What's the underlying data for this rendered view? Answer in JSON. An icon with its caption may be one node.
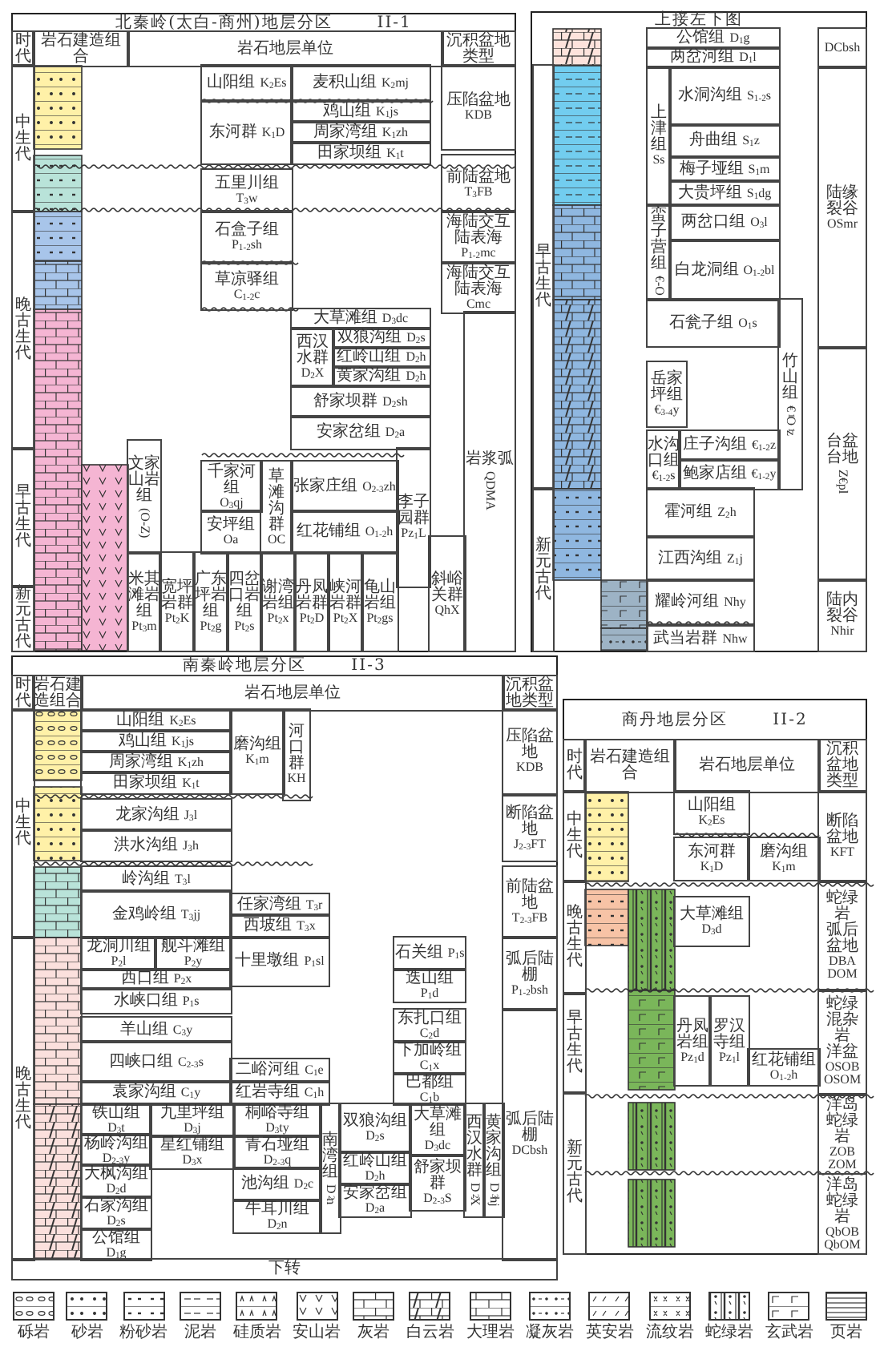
{
  "diagram": {
    "nodes": [
      {
        "text": [
          "北秦岭(太白-商州)地层分区",
          "II-1"
        ]
      },
      {
        "text": [
          "时代"
        ],
        "in": 0
      },
      {
        "text": [
          "岩石建造组合"
        ],
        "in": 0
      },
      {
        "text": [
          "岩石地层单位"
        ],
        "in": 0
      },
      {
        "text": [
          "沉积盆地类型"
        ],
        "in": 0
      },
      {
        "text": [
          "中生代"
        ],
        "in": 0
      },
      {
        "text": [
          "晚古生代"
        ],
        "in": 0
      },
      {
        "text": [
          "早古生代"
        ],
        "in": 0
      },
      {
        "text": [
          "新元古代"
        ],
        "in": 0
      },
      {
        "text": [
          "山阳组",
          "K$_{2}$Es"
        ],
        "in": 0
      },
      {
        "text": [
          "麦积山组",
          "K$_{2}$mj"
        ],
        "in": 0
      },
      {
        "text": [
          "东河群",
          "K$_{1}$D"
        ],
        "in": 0
      },
      {
        "text": [
          "鸡山组",
          "K$_{1}$js"
        ],
        "in": 0
      },
      {
        "text": [
          "周家湾组",
          "K$_{1}$zh"
        ],
        "in": 0
      },
      {
        "text": [
          "田家坝组",
          "K$_{1}$t"
        ],
        "in": 0
      },
      {
        "text": [
          "五里川组",
          "T$_{3}$w"
        ],
        "in": 0
      },
      {
        "text": [
          "石盒子组",
          "P$_{1-2}$sh"
        ],
        "in": 0
      },
      {
        "text": [
          "草凉驿组",
          "C$_{1-2}$c"
        ],
        "in": 0
      },
      {
        "text": [
          "大草滩组",
          "D$_{3}$dc"
        ],
        "in": 0
      },
      {
        "text": [
          "西汉水群",
          "D$_{2}$X"
        ],
        "in": 0
      },
      {
        "text": [
          "双狼沟组",
          "D$_{2}$s"
        ],
        "in": 0
      },
      {
        "text": [
          "红岭山组",
          "D$_{2}$h"
        ],
        "in": 0
      },
      {
        "text": [
          "黄家沟组",
          "D$_{2}$h"
        ],
        "in": 0
      },
      {
        "text": [
          "舒家坝群",
          "D$_{2}$sh"
        ],
        "in": 0
      },
      {
        "text": [
          "安家岔组",
          "D$_{2}$a"
        ],
        "in": 0
      },
      {
        "text": [
          "文家山岩组",
          "(O-Z)"
        ],
        "in": 0
      },
      {
        "text": [
          "千家河组",
          "O$_{3}$qj"
        ],
        "in": 0
      },
      {
        "text": [
          "安坪组",
          "Oa"
        ],
        "in": 0
      },
      {
        "text": [
          "草滩沟群",
          "OC"
        ],
        "in": 0
      },
      {
        "text": [
          "张家庄组",
          "O$_{2-3}$zh"
        ],
        "in": 0
      },
      {
        "text": [
          "红花铺组",
          "O$_{1-2}$h"
        ],
        "in": 0
      },
      {
        "text": [
          "李子园群",
          "Pz$_{1}$L"
        ],
        "in": 0
      },
      {
        "text": [
          "米其滩岩组",
          "Pt$_{3}$m"
        ],
        "in": 0
      },
      {
        "text": [
          "宽坪岩群",
          "Pt$_{2}$K"
        ],
        "in": 0
      },
      {
        "text": [
          "广东坪岩组",
          "Pt$_{2}$g"
        ],
        "in": 0
      },
      {
        "text": [
          "四岔口岩组",
          "Pt$_{2}$s"
        ],
        "in": 0
      },
      {
        "text": [
          "谢湾岩组",
          "Pt$_{2}$x"
        ],
        "in": 0
      },
      {
        "text": [
          "丹凤岩群",
          "Pt$_{2}$D"
        ],
        "in": 0
      },
      {
        "text": [
          "峡河岩群",
          "Pt$_{2}$X"
        ],
        "in": 0
      },
      {
        "text": [
          "龟山岩组",
          "Pt$_{2}$gs"
        ],
        "in": 0
      },
      {
        "text": [
          "斜峪关群",
          "QhX"
        ],
        "in": 0
      },
      {
        "text": [
          "压陷盆地",
          "KDB"
        ],
        "in": 0
      },
      {
        "text": [
          "前陆盆地",
          "T$_{3}$FB"
        ],
        "in": 0
      },
      {
        "text": [
          "海陆交互陆表海",
          "P$_{1-2}$mc"
        ],
        "in": 0
      },
      {
        "text": [
          "海陆交互陆表海",
          "Cmc"
        ],
        "in": 0
      },
      {
        "text": [
          "岩浆弧",
          "QDMA"
        ],
        "in": 0
      },
      {
        "text": [
          "上接左下图"
        ]
      },
      {
        "text": [
          "早古生代"
        ],
        "in": 46
      },
      {
        "text": [
          "新元古代"
        ],
        "in": 46
      },
      {
        "text": [
          "公馆组",
          "D$_{1}$g"
        ],
        "in": 46
      },
      {
        "text": [
          "两岔河组",
          "D$_{1}$l"
        ],
        "in": 46
      },
      {
        "text": [
          "DCbsh"
        ],
        "in": 46
      },
      {
        "text": [
          "上津组",
          "Ss"
        ],
        "in": 46
      },
      {
        "text": [
          "水洞沟组",
          "S$_{1-2}$s"
        ],
        "in": 46
      },
      {
        "text": [
          "舟曲组",
          "S$_{1}$z"
        ],
        "in": 46
      },
      {
        "text": [
          "梅子垭组",
          "S$_{1}$m"
        ],
        "in": 46
      },
      {
        "text": [
          "大贵坪组",
          "S$_{1}$dg"
        ],
        "in": 46
      },
      {
        "text": [
          "蛮子营组",
          "€-O"
        ],
        "in": 46
      },
      {
        "text": [
          "两岔口组",
          "O$_{3}$l"
        ],
        "in": 46
      },
      {
        "text": [
          "白龙洞组",
          "O$_{1-2}$bl"
        ],
        "in": 46
      },
      {
        "text": [
          "石瓮子组",
          "O$_{1}$s"
        ],
        "in": 46
      },
      {
        "text": [
          "竹山组",
          "€$_{1}$O$_{1}$z"
        ],
        "in": 46
      },
      {
        "text": [
          "岳家坪组",
          "€$_{3-4}$y"
        ],
        "in": 46
      },
      {
        "text": [
          "水沟口组",
          "€$_{1-2}$s"
        ],
        "in": 46
      },
      {
        "text": [
          "庄子沟组",
          "€$_{1-2}$z"
        ],
        "in": 46
      },
      {
        "text": [
          "鲍家店组",
          "€$_{1-2}$y"
        ],
        "in": 46
      },
      {
        "text": [
          "霍河组",
          "Z$_{2}$h"
        ],
        "in": 46
      },
      {
        "text": [
          "江西沟组",
          "Z$_{1}$j"
        ],
        "in": 46
      },
      {
        "text": [
          "耀岭河组",
          "Nhy"
        ],
        "in": 46
      },
      {
        "text": [
          "武当岩群",
          "Nhw"
        ],
        "in": 46
      },
      {
        "text": [
          "陆缘裂谷",
          "OSmr"
        ],
        "in": 46
      },
      {
        "text": [
          "台盆台地",
          "Z€pl"
        ],
        "in": 46
      },
      {
        "text": [
          "陆内裂谷",
          "Nhir"
        ],
        "in": 46
      },
      {
        "text": [
          "南秦岭地层分区",
          "II-3"
        ]
      },
      {
        "text": [
          "时代"
        ],
        "in": 73
      },
      {
        "text": [
          "岩石建造组合"
        ],
        "in": 73
      },
      {
        "text": [
          "岩石地层单位"
        ],
        "in": 73
      },
      {
        "text": [
          "沉积盆地类型"
        ],
        "in": 73
      },
      {
        "text": [
          "中生代"
        ],
        "in": 73
      },
      {
        "text": [
          "晚古生代"
        ],
        "in": 73
      },
      {
        "text": [
          "山阳组",
          "K$_{2}$Es"
        ],
        "in": 73
      },
      {
        "text": [
          "鸡山组",
          "K$_{1}$js"
        ],
        "in": 73
      },
      {
        "text": [
          "周家湾组",
          "K$_{1}$zh"
        ],
        "in": 73
      },
      {
        "text": [
          "田家坝组",
          "K$_{1}$t"
        ],
        "in": 73
      },
      {
        "text": [
          "磨沟组",
          "K$_{1}$m"
        ],
        "in": 73
      },
      {
        "text": [
          "河口群",
          "KH"
        ],
        "in": 73
      },
      {
        "text": [
          "龙家沟组",
          "J$_{3}$l"
        ],
        "in": 73
      },
      {
        "text": [
          "洪水沟组",
          "J$_{3}$h"
        ],
        "in": 73
      },
      {
        "text": [
          "岭沟组",
          "T$_{3}$l"
        ],
        "in": 73
      },
      {
        "text": [
          "金鸡岭组",
          "T$_{3}$jj"
        ],
        "in": 73
      },
      {
        "text": [
          "任家湾组",
          "T$_{3}$r"
        ],
        "in": 73
      },
      {
        "text": [
          "西坡组",
          "T$_{3}$x"
        ],
        "in": 73
      },
      {
        "text": [
          "龙洞川组",
          "P$_{2}$l"
        ],
        "in": 73
      },
      {
        "text": [
          "舰斗滩组",
          "P$_{2}$y"
        ],
        "in": 73
      },
      {
        "text": [
          "西口组",
          "P$_{2}$x"
        ],
        "in": 73
      },
      {
        "text": [
          "水峡口组",
          "P$_{1}$s"
        ],
        "in": 73
      },
      {
        "text": [
          "十里墩组",
          "P$_{1}$sl"
        ],
        "in": 73
      },
      {
        "text": [
          "石关组",
          "P$_{1}$s"
        ],
        "in": 73
      },
      {
        "text": [
          "迭山组",
          "P$_{1}$d"
        ],
        "in": 73
      },
      {
        "text": [
          "羊山组",
          "C$_{3}$y"
        ],
        "in": 73
      },
      {
        "text": [
          "四峡口组",
          "C$_{2-3}$s"
        ],
        "in": 73
      },
      {
        "text": [
          "袁家沟组",
          "C$_{1}$y"
        ],
        "in": 73
      },
      {
        "text": [
          "东扎口组",
          "C$_{2}$d"
        ],
        "in": 73
      },
      {
        "text": [
          "下加岭组",
          "C$_{1}$x"
        ],
        "in": 73
      },
      {
        "text": [
          "二峪河组",
          "C$_{1}$e"
        ],
        "in": 73
      },
      {
        "text": [
          "巴都组",
          "C$_{1}$b"
        ],
        "in": 73
      },
      {
        "text": [
          "红岩寺组",
          "C$_{1}$h"
        ],
        "in": 73
      },
      {
        "text": [
          "铁山组",
          "D$_{3}$t"
        ],
        "in": 73
      },
      {
        "text": [
          "九里坪组",
          "D$_{3}$j"
        ],
        "in": 73
      },
      {
        "text": [
          "桐峪寺组",
          "D$_{3}$ty"
        ],
        "in": 73
      },
      {
        "text": [
          "南湾组",
          "D$_{2}$n"
        ],
        "in": 73
      },
      {
        "text": [
          "双狼沟组",
          "D$_{2}$s"
        ],
        "in": 73
      },
      {
        "text": [
          "大草滩组",
          "D$_{3}$dc"
        ],
        "in": 73
      },
      {
        "text": [
          "西汉水群",
          "D$_{2}$X"
        ],
        "in": 73
      },
      {
        "text": [
          "黄家沟组",
          "D$_{3}$hj"
        ],
        "in": 73
      },
      {
        "text": [
          "杨岭沟组",
          "D$_{2-3}$y"
        ],
        "in": 73
      },
      {
        "text": [
          "星红铺组",
          "D$_{3}$x"
        ],
        "in": 73
      },
      {
        "text": [
          "青石垭组",
          "D$_{2-3}$q"
        ],
        "in": 73
      },
      {
        "text": [
          "红岭山组",
          "D$_{2}$h"
        ],
        "in": 73
      },
      {
        "text": [
          "舒家坝群",
          "D$_{2-3}$S"
        ],
        "in": 73
      },
      {
        "text": [
          "大枫沟组",
          "D$_{2}$d"
        ],
        "in": 73
      },
      {
        "text": [
          "池沟组",
          "D$_{2}$c"
        ],
        "in": 73
      },
      {
        "text": [
          "安家岔组",
          "D$_{2}$a"
        ],
        "in": 73
      },
      {
        "text": [
          "石家沟组",
          "D$_{2}$s"
        ],
        "in": 73
      },
      {
        "text": [
          "牛耳川组",
          "D$_{2}$n"
        ],
        "in": 73
      },
      {
        "text": [
          "公馆组",
          "D$_{1}$g"
        ],
        "in": 73
      },
      {
        "text": [
          "压陷盆地",
          "KDB"
        ],
        "in": 73
      },
      {
        "text": [
          "断陷盆地",
          "J$_{2-3}$FT"
        ],
        "in": 73
      },
      {
        "text": [
          "前陆盆地",
          "T$_{2-3}$FB"
        ],
        "in": 73
      },
      {
        "text": [
          "弧后陆棚",
          "P$_{1-2}$bsh"
        ],
        "in": 73
      },
      {
        "text": [
          "弧后陆棚",
          "DCbsh"
        ],
        "in": 73
      },
      {
        "text": [
          "下转"
        ],
        "in": 73
      },
      {
        "text": [
          "商丹地层分区",
          "II-2"
        ]
      },
      {
        "text": [
          "时代"
        ],
        "in": 132
      },
      {
        "text": [
          "岩石建造组合"
        ],
        "in": 132
      },
      {
        "text": [
          "岩石地层单位"
        ],
        "in": 132
      },
      {
        "text": [
          "沉积盆地类型"
        ],
        "in": 132
      },
      {
        "text": [
          "中生代"
        ],
        "in": 132
      },
      {
        "text": [
          "晚古生代"
        ],
        "in": 132
      },
      {
        "text": [
          "早古生代"
        ],
        "in": 132
      },
      {
        "text": [
          "新元古代"
        ],
        "in": 132
      },
      {
        "text": [
          "山阳组",
          "K$_{2}$Es"
        ],
        "in": 132
      },
      {
        "text": [
          "东河群",
          "K$_{1}$D"
        ],
        "in": 132
      },
      {
        "text": [
          "磨沟组",
          "K$_{1}$m"
        ],
        "in": 132
      },
      {
        "text": [
          "大草滩组",
          "D$_{3}$d"
        ],
        "in": 132
      },
      {
        "text": [
          "丹凤岩组",
          "Pz$_{1}$d"
        ],
        "in": 132
      },
      {
        "text": [
          "罗汉寺组",
          "Pz$_{1}$l"
        ],
        "in": 132
      },
      {
        "text": [
          "红花铺组",
          "O$_{1-2}$h"
        ],
        "in": 132
      },
      {
        "text": [
          "断陷盆地",
          "KFT"
        ],
        "in": 132
      },
      {
        "text": [
          "蛇绿岩",
          "弧后盆地",
          "DBA",
          "DOM"
        ],
        "in": 132
      },
      {
        "text": [
          "蛇绿混杂岩",
          "洋盆",
          "OSOB",
          "OSOM"
        ],
        "in": 132
      },
      {
        "text": [
          "洋岛蛇绿岩",
          "ZOB",
          "ZOM"
        ],
        "in": 132
      },
      {
        "text": [
          "洋岛蛇绿岩",
          "QbOB",
          "QbOM"
        ],
        "in": 132
      }
    ],
    "legend": [
      {
        "text": "砾岩"
      },
      {
        "text": "砂岩"
      },
      {
        "text": "粉砂岩"
      },
      {
        "text": "泥岩"
      },
      {
        "text": "硅质岩"
      },
      {
        "text": "安山岩"
      },
      {
        "text": "灰岩"
      },
      {
        "text": "白云岩"
      },
      {
        "text": "大理岩"
      },
      {
        "text": "凝灰岩"
      },
      {
        "text": "英安岩"
      },
      {
        "text": "流纹岩"
      },
      {
        "text": "蛇绿岩"
      },
      {
        "text": "玄武岩"
      },
      {
        "text": "页岩"
      }
    ]
  }
}
